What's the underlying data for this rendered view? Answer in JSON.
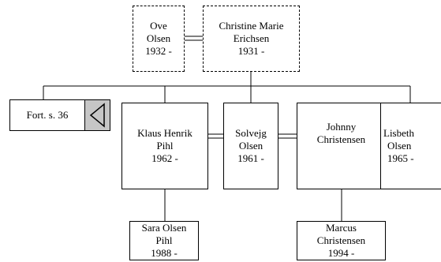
{
  "parents": {
    "father": {
      "name_l1": "Ove",
      "name_l2": "Olsen",
      "years": "1932 -"
    },
    "mother": {
      "name_l1": "Christine Marie",
      "name_l2": "Erichsen",
      "years": "1931 -"
    }
  },
  "continuation": {
    "label": "Fort. s. 36"
  },
  "children": {
    "klaus": {
      "name_l1": "Klaus Henrik",
      "name_l2": "Pihl",
      "years": "1962 -"
    },
    "solvejg": {
      "name_l1": "Solvejg",
      "name_l2": "Olsen",
      "years": "1961 -"
    },
    "johnny": {
      "name_l1": "Johnny",
      "name_l2": "Christensen",
      "years": ""
    },
    "lisbeth": {
      "name_l1": "Lisbeth",
      "name_l2": "Olsen",
      "years": "1965 -"
    }
  },
  "grandchildren": {
    "sara": {
      "name_l1": "Sara Olsen",
      "name_l2": "Pihl",
      "years": "1988 -"
    },
    "marcus": {
      "name_l1": "Marcus",
      "name_l2": "Christensen",
      "years": "1994 -"
    }
  }
}
